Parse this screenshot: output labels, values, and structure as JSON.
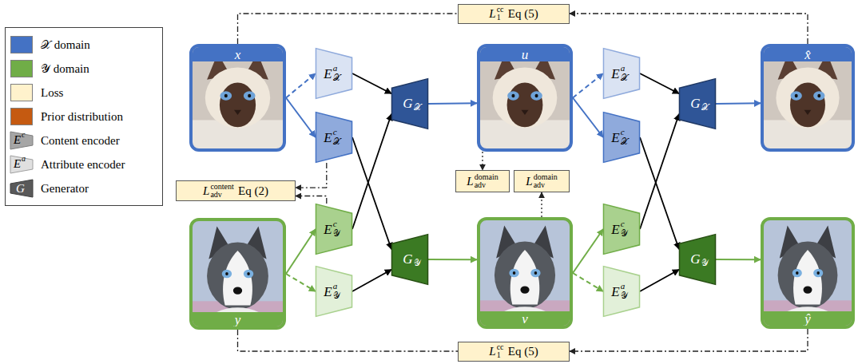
{
  "diagram": {
    "nodes": [
      {
        "text": [
          "x"
        ]
      },
      {
        "text": [
          "E",
          "a",
          "𝒳"
        ]
      },
      {
        "text": [
          "E",
          "c",
          "𝒳"
        ]
      },
      {
        "text": [
          "G",
          "𝒳"
        ]
      },
      {
        "text": [
          "u"
        ]
      },
      {
        "text": [
          "E",
          "a",
          "𝒳"
        ]
      },
      {
        "text": [
          "E",
          "c",
          "𝒳"
        ]
      },
      {
        "text": [
          "G",
          "𝒳"
        ]
      },
      {
        "text": [
          "x̂"
        ]
      },
      {
        "text": [
          "y"
        ]
      },
      {
        "text": [
          "E",
          "c",
          "𝒴"
        ]
      },
      {
        "text": [
          "E",
          "a",
          "𝒴"
        ]
      },
      {
        "text": [
          "G",
          "𝒴"
        ]
      },
      {
        "text": [
          "v"
        ]
      },
      {
        "text": [
          "E",
          "c",
          "𝒴"
        ]
      },
      {
        "text": [
          "E",
          "a",
          "𝒴"
        ]
      },
      {
        "text": [
          "G",
          "𝒴"
        ]
      },
      {
        "text": [
          "ŷ"
        ]
      },
      {
        "text": [
          "L",
          "cc",
          "1",
          "Eq (5)"
        ]
      },
      {
        "text": [
          "L",
          "content",
          "adv",
          "Eq (2)"
        ]
      },
      {
        "text": [
          "L",
          "domain",
          "adv"
        ]
      },
      {
        "text": [
          "L",
          "domain",
          "adv"
        ]
      },
      {
        "text": [
          "L",
          "cc",
          "1",
          "Eq (5)"
        ]
      }
    ],
    "edges": [
      {
        "from": 0,
        "to": 1,
        "arrow": "to"
      },
      {
        "from": 0,
        "to": 2,
        "arrow": "to"
      },
      {
        "from": 9,
        "to": 10,
        "arrow": "to"
      },
      {
        "from": 9,
        "to": 11,
        "arrow": "to"
      },
      {
        "from": 1,
        "to": 3,
        "arrow": "to"
      },
      {
        "from": 10,
        "to": 3,
        "arrow": "to"
      },
      {
        "from": 2,
        "to": 12,
        "arrow": "to"
      },
      {
        "from": 11,
        "to": 12,
        "arrow": "to"
      },
      {
        "from": 3,
        "to": 4,
        "arrow": "to"
      },
      {
        "from": 12,
        "to": 13,
        "arrow": "to"
      },
      {
        "from": 2,
        "to": 19,
        "arrow": "to"
      },
      {
        "from": 10,
        "to": 19,
        "arrow": "to"
      },
      {
        "from": 4,
        "to": 20,
        "arrow": "to"
      },
      {
        "from": 13,
        "to": 21,
        "arrow": "to"
      },
      {
        "from": 4,
        "to": 5,
        "arrow": "to"
      },
      {
        "from": 4,
        "to": 6,
        "arrow": "to"
      },
      {
        "from": 13,
        "to": 14,
        "arrow": "to"
      },
      {
        "from": 13,
        "to": 15,
        "arrow": "to"
      },
      {
        "from": 5,
        "to": 7,
        "arrow": "to"
      },
      {
        "from": 14,
        "to": 7,
        "arrow": "to"
      },
      {
        "from": 6,
        "to": 16,
        "arrow": "to"
      },
      {
        "from": 15,
        "to": 16,
        "arrow": "to"
      },
      {
        "from": 7,
        "to": 8,
        "arrow": "to"
      },
      {
        "from": 16,
        "to": 17,
        "arrow": "to"
      },
      {
        "from": 0,
        "to": 18,
        "arrow": "none"
      },
      {
        "from": 8,
        "to": 18,
        "arrow": "to"
      },
      {
        "from": 9,
        "to": 22,
        "arrow": "none"
      },
      {
        "from": 17,
        "to": 22,
        "arrow": "to"
      }
    ],
    "labels": [
      "E",
      "c",
      "E",
      "a",
      "G"
    ],
    "legend": [
      {
        "text": "𝒳 domain",
        "color": "#4472c4"
      },
      {
        "text": "𝒴 domain",
        "color": "#70ad47"
      },
      {
        "text": "Loss",
        "color": "#fff2cc"
      },
      {
        "text": "Prior distribution",
        "color": "#c55a11"
      },
      {
        "text": "Content encoder"
      },
      {
        "text": "Attribute encoder"
      },
      {
        "text": "Generator"
      }
    ]
  }
}
